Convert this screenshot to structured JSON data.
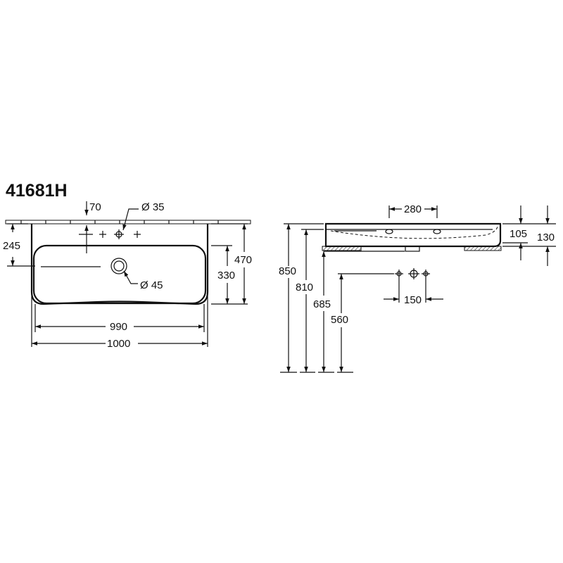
{
  "model_number": "41681H",
  "top_view": {
    "dim_deck_offset": "70",
    "dim_tap_hole": "Ø 35",
    "dim_height_to_deck": "245",
    "dim_bowl_depth": "330",
    "dim_total_depth": "470",
    "dim_drain": "Ø 45",
    "dim_inner_width": "990",
    "dim_outer_width": "1000"
  },
  "side_view": {
    "dim_hole_spacing_top": "280",
    "dim_basin_height": "105",
    "dim_basin_total_height": "130",
    "dim_top_height": "850",
    "dim_bottom_edge_height": "810",
    "dim_waste_height": "685",
    "dim_supply_height": "560",
    "dim_tap_spacing": "150"
  }
}
